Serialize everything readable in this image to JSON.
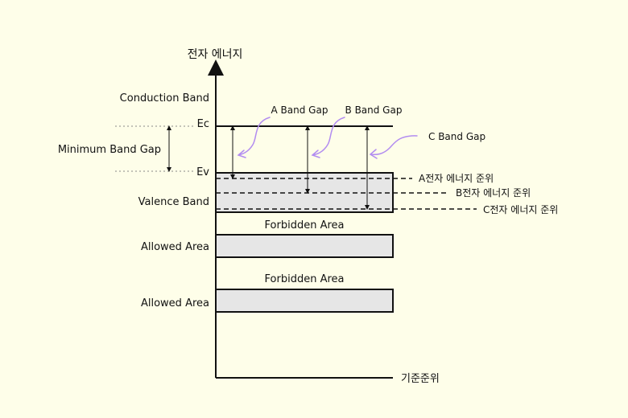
{
  "axes": {
    "y_label": "전자 에너지",
    "x_label": "기준준위"
  },
  "levels": {
    "ec": "Ec",
    "ev": "Ev",
    "min_gap": "Minimum Band Gap"
  },
  "bands": {
    "conduction": "Conduction Band",
    "valence": "Valence Band",
    "forbidden_1": "Forbidden Area",
    "allowed_1": "Allowed Area",
    "forbidden_2": "Forbidden Area",
    "allowed_2": "Allowed Area"
  },
  "gaps": {
    "a": "A Band Gap",
    "b": "B Band Gap",
    "c": "C Band Gap"
  },
  "fermi": {
    "a": "A전자 에너지 준위",
    "b": "B전자 에너지 준위",
    "c": "C전자 에너지 준위"
  },
  "colors": {
    "background": "#fefee9",
    "band_fill": "#e6e6e6",
    "pointer": "#b28cf0"
  }
}
